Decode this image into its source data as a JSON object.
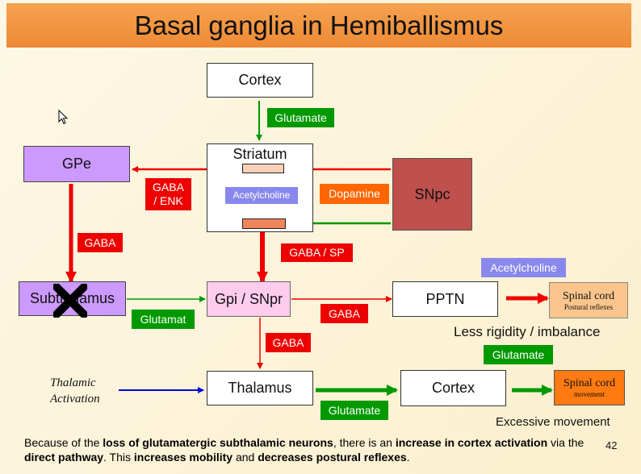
{
  "title": "Basal ganglia in Hemiballismus",
  "nodes": {
    "cortex_top": "Cortex",
    "striatum": "Striatum",
    "gpe": "GPe",
    "snpc": "SNpc",
    "subthalamus": "Subthalamus",
    "gpi_snpr": "Gpi / SNpr",
    "pptn": "PPTN",
    "thalamus": "Thalamus",
    "cortex_bottom": "Cortex",
    "spinal_top": {
      "name": "Spinal cord",
      "sub": "Postural reflexes"
    },
    "spinal_bottom": {
      "name": "Spinal cord",
      "sub": "movement"
    }
  },
  "labels": {
    "glutamate_top": "Glutamate",
    "gaba_enk": "GABA\n/ ENK",
    "acetylcholine_striatum": "Acetylcholine",
    "dopamine": "Dopamine",
    "gaba_gpe": "GABA",
    "gaba_sp": "GABA / SP",
    "acetylcholine_pptn": "Acetylcholine",
    "glutamat": "Glutamat",
    "gaba_pptn": "GABA",
    "gaba_thal": "GABA",
    "glutamate_right": "Glutamate",
    "glutamate_bottom": "Glutamate"
  },
  "text": {
    "thalamic_activation": "Thalamic\nActivation",
    "less_rigidity": "Less rigidity / imbalance",
    "excessive_movement": "Excessive movement",
    "page_number": "42"
  },
  "footer": [
    {
      "t": "Because of the ",
      "b": false
    },
    {
      "t": "loss of glutamatergic subthalamic neurons",
      "b": true
    },
    {
      "t": ", there is an ",
      "b": false
    },
    {
      "t": "increase in cortex activation",
      "b": true
    },
    {
      "t": " via the ",
      "b": false
    },
    {
      "t": "direct pathway",
      "b": true
    },
    {
      "t": ".  This ",
      "b": false
    },
    {
      "t": "increases mobility",
      "b": true
    },
    {
      "t": " and ",
      "b": false
    },
    {
      "t": "decreases postural reflexes",
      "b": true
    },
    {
      "t": ".",
      "b": false
    }
  ],
  "colors": {
    "title_bar": "#ee8a35",
    "green": "#009900",
    "red": "#ee0000",
    "orange": "#ff6600",
    "lavender": "#8888ee",
    "purple": "#cc99ff",
    "snpc": "#c0504d"
  }
}
